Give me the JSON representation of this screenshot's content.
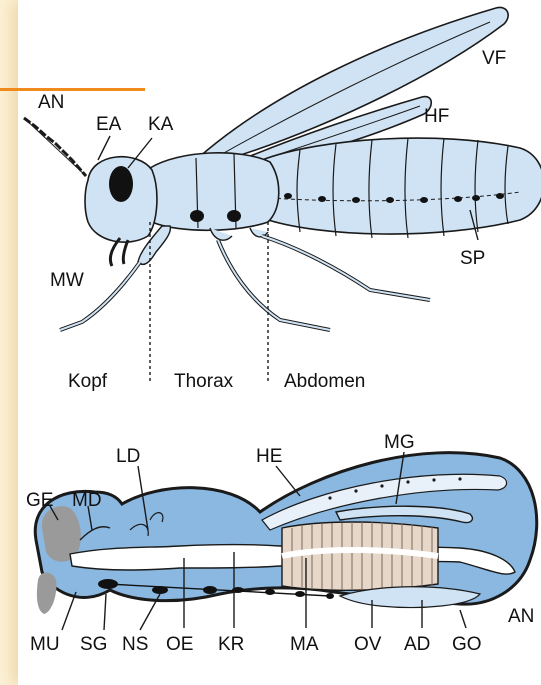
{
  "colors": {
    "body_fill": "#cfe3f4",
    "section_fill": "#8ab8e0",
    "outline": "#1a1a1a",
    "accent": "#f08a1c",
    "background": "#fdf1d6"
  },
  "external_diagram": {
    "labels": {
      "an": "AN",
      "ea": "EA",
      "ka": "KA",
      "vf": "VF",
      "hf": "HF",
      "mw": "MW",
      "sp": "SP",
      "kopf": "Kopf",
      "thorax": "Thorax",
      "abdomen": "Abdomen"
    }
  },
  "internal_diagram": {
    "labels": {
      "ld": "LD",
      "he": "HE",
      "mg": "MG",
      "ge": "GE",
      "md": "MD",
      "mu": "MU",
      "sg": "SG",
      "ns": "NS",
      "oe": "OE",
      "kr": "KR",
      "ma": "MA",
      "ov": "OV",
      "ad": "AD",
      "go": "GO",
      "an": "AN"
    }
  }
}
